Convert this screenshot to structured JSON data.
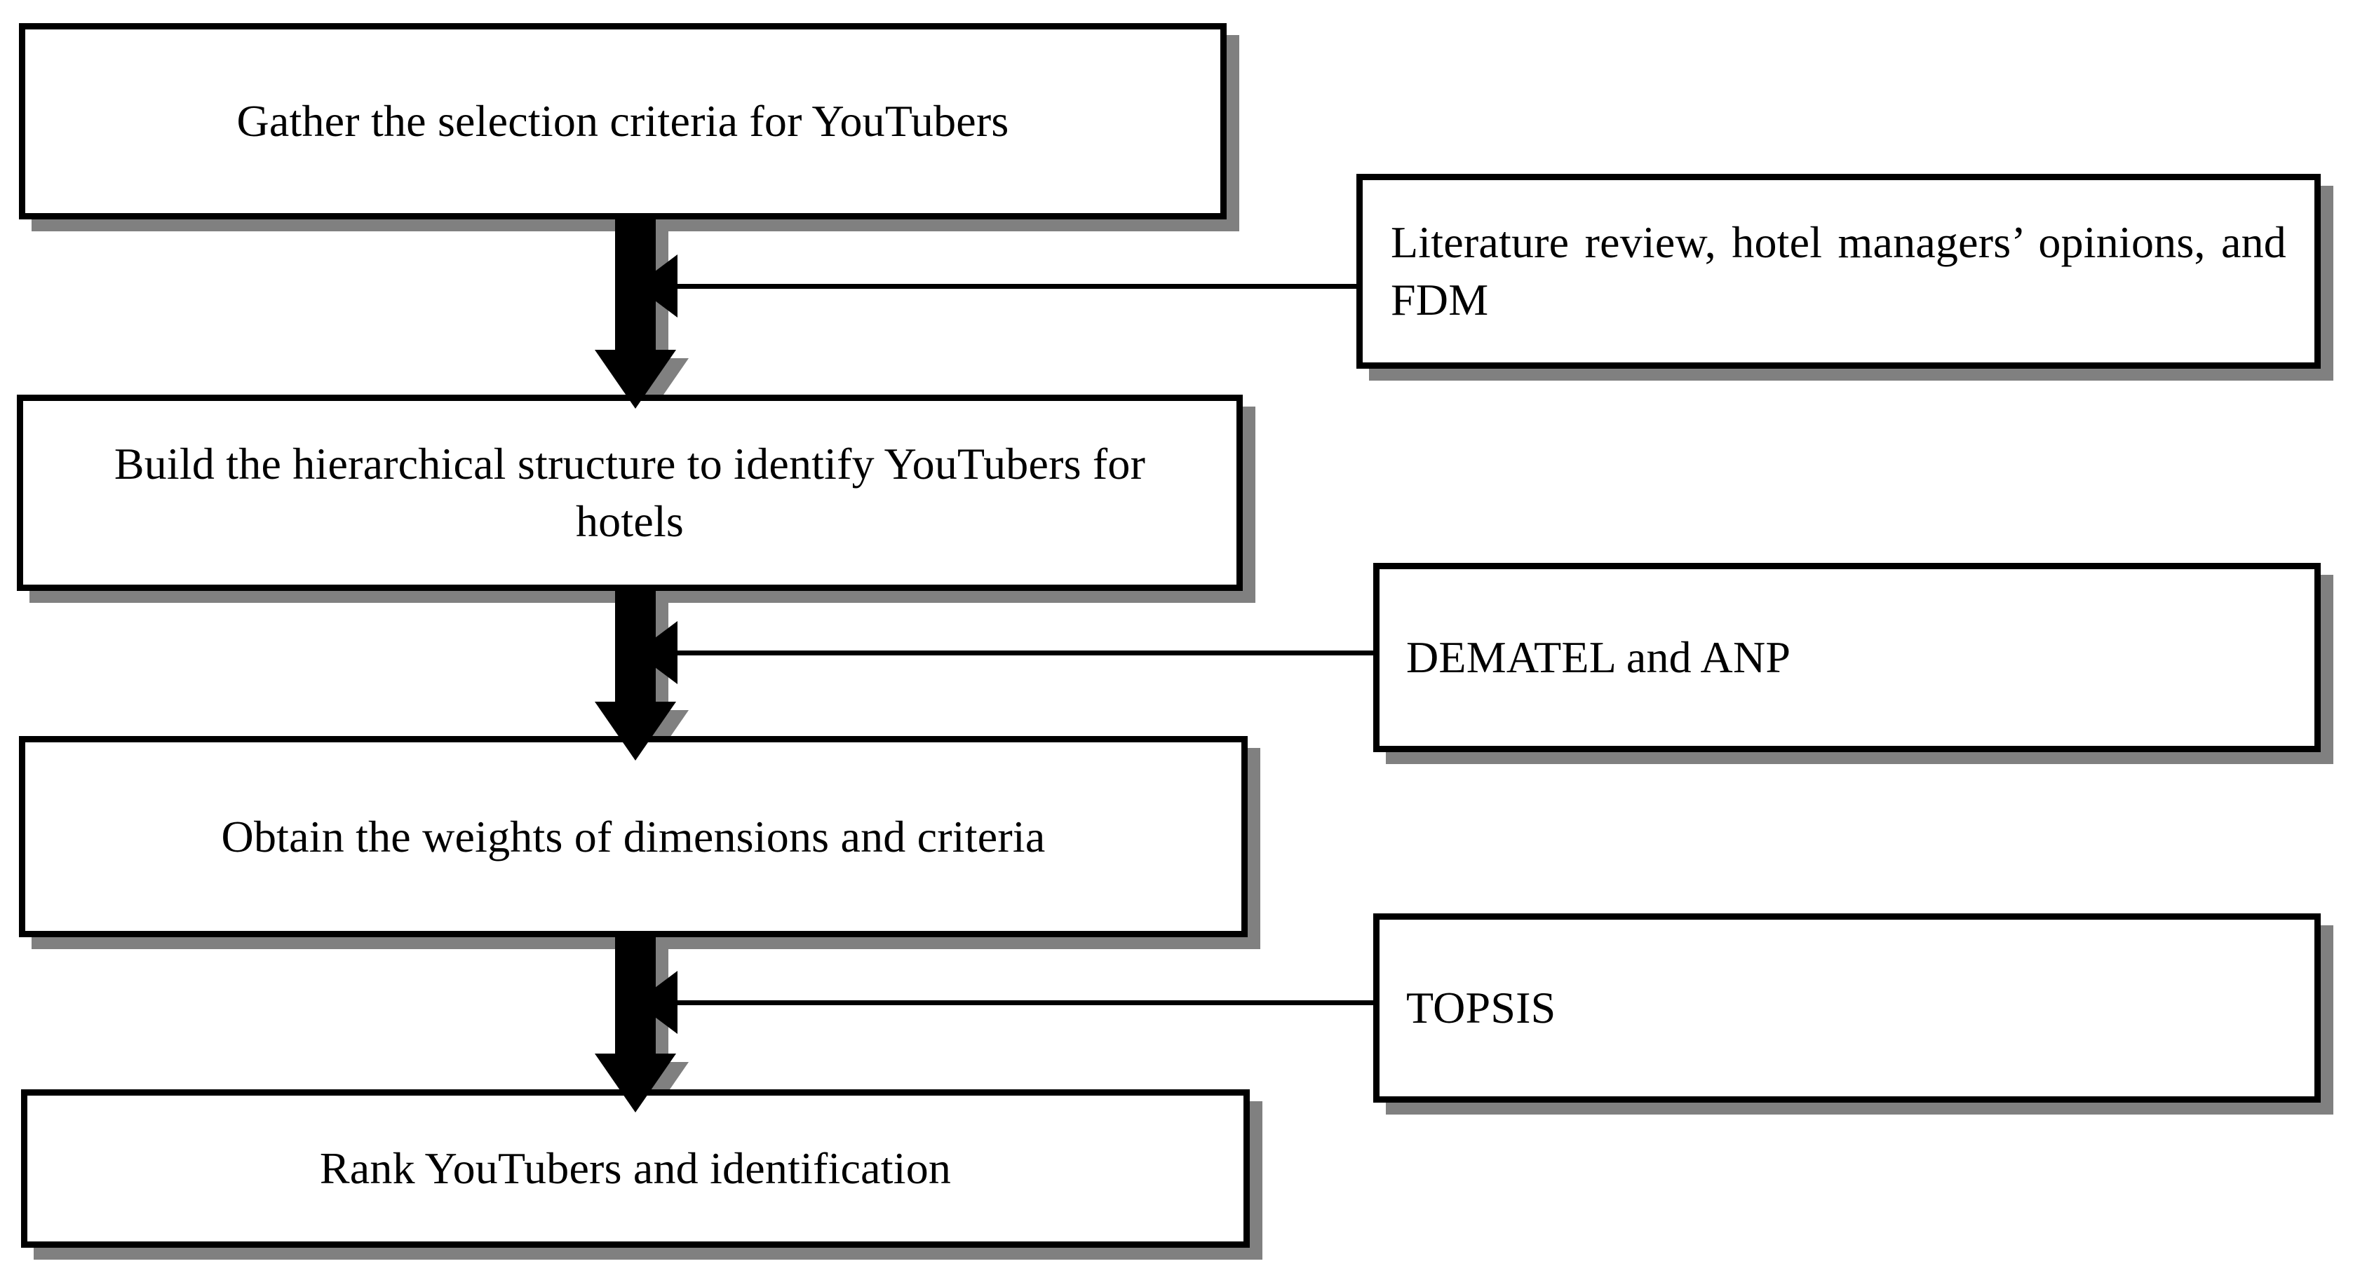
{
  "diagram": {
    "title": "YouTuber selection research framework flowchart",
    "colors": {
      "box_border": "#000000",
      "box_fill": "#ffffff",
      "shadow": "#808080",
      "arrow": "#000000",
      "background": "#ffffff"
    },
    "process_steps": [
      {
        "id": "step-1",
        "label": "Gather the selection criteria for YouTubers"
      },
      {
        "id": "step-2",
        "label": "Build the hierarchical structure to identify YouTubers for hotels"
      },
      {
        "id": "step-3",
        "label": "Obtain the weights of dimensions and criteria"
      },
      {
        "id": "step-4",
        "label": "Rank YouTubers and identification"
      }
    ],
    "method_notes": [
      {
        "id": "note-1",
        "label": "Literature review, hotel managers’ opinions, and FDM"
      },
      {
        "id": "note-2",
        "label": "DEMATEL and ANP"
      },
      {
        "id": "note-3",
        "label": "TOPSIS"
      }
    ],
    "connections": [
      {
        "id": "flow-1",
        "from": "step-1",
        "to": "step-2",
        "kind": "down-arrow"
      },
      {
        "id": "flow-2",
        "from": "step-2",
        "to": "step-3",
        "kind": "down-arrow"
      },
      {
        "id": "flow-3",
        "from": "step-3",
        "to": "step-4",
        "kind": "down-arrow"
      },
      {
        "id": "note-link-1",
        "from": "note-1",
        "to": "flow-1",
        "kind": "left-arrow"
      },
      {
        "id": "note-link-2",
        "from": "note-2",
        "to": "flow-2",
        "kind": "left-arrow"
      },
      {
        "id": "note-link-3",
        "from": "note-3",
        "to": "flow-3",
        "kind": "left-arrow"
      }
    ]
  }
}
